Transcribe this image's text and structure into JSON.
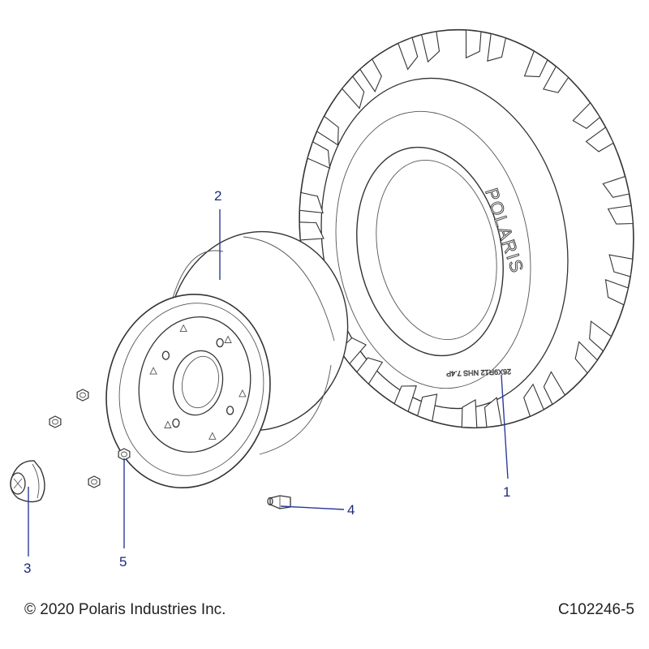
{
  "diagram": {
    "type": "exploded-parts-diagram",
    "callouts": [
      {
        "id": "1",
        "label": "1",
        "part": "tire"
      },
      {
        "id": "2",
        "label": "2",
        "part": "wheel-rim"
      },
      {
        "id": "3",
        "label": "3",
        "part": "hub-cap"
      },
      {
        "id": "4",
        "label": "4",
        "part": "valve-stem"
      },
      {
        "id": "5",
        "label": "5",
        "part": "lug-nut"
      }
    ],
    "tire_sidewall_text": [
      "POLARIS",
      "26X9R12 NHS 7.4P"
    ],
    "line_color": "#333333",
    "callout_color": "#1b2a7a"
  },
  "footer": {
    "copyright": "© 2020 Polaris Industries Inc.",
    "figure_id": "C102246-5"
  }
}
